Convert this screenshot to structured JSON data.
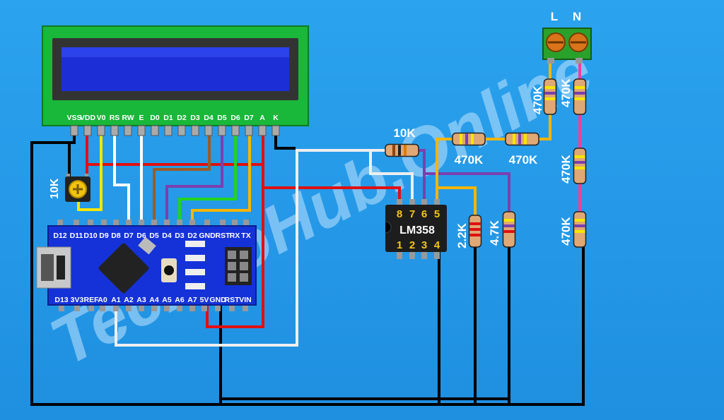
{
  "watermark": "TechnoHub.Online",
  "lcd": {
    "pins": [
      "VSS",
      "VDD",
      "V0",
      "RS",
      "RW",
      "E",
      "D0",
      "D1",
      "D2",
      "D3",
      "D4",
      "D5",
      "D6",
      "D7",
      "A",
      "K"
    ]
  },
  "arduino": {
    "top_pins": [
      "D12",
      "D11",
      "D10",
      "D9",
      "D8",
      "D7",
      "D6",
      "D5",
      "D4",
      "D3",
      "D2",
      "GND",
      "RST",
      "RX",
      "TX"
    ],
    "bottom_pins": [
      "D13",
      "3V3",
      "REF",
      "A0",
      "A1",
      "A2",
      "A3",
      "A4",
      "A5",
      "A6",
      "A7",
      "5V",
      "GND",
      "RST",
      "VIN"
    ]
  },
  "chip": {
    "name": "LM358",
    "top_pins": [
      "8",
      "7",
      "6",
      "5"
    ],
    "bottom_pins": [
      "1",
      "2",
      "3",
      "4"
    ]
  },
  "terminal": {
    "left": "L",
    "right": "N"
  },
  "components": {
    "pot": "10K",
    "r_feedback": "10K",
    "r_series_1": "470K",
    "r_series_2": "470K",
    "r_2k2": "2.2K",
    "r_4k7": "4.7K",
    "r_l": "470K",
    "r_n1": "470K",
    "r_n2": "470K",
    "r_n3": "470K"
  }
}
